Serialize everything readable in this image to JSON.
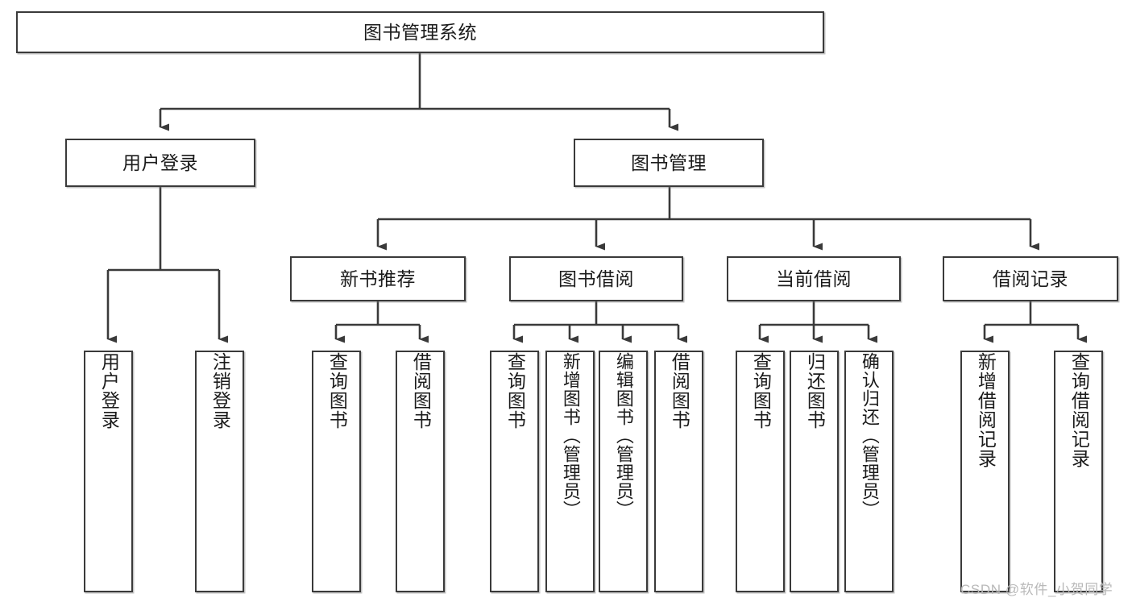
{
  "diagram": {
    "type": "tree-hierarchy-flowchart",
    "title_box": "图书管理系统",
    "watermark": "CSDN @软件_小贺同学",
    "colors": {
      "box_border": "#3a3a3a",
      "box_fill": "#ffffff",
      "connector": "#3a3a3a",
      "text": "#1b1b1b",
      "watermark": "#b9b9b9",
      "background": "#ffffff"
    },
    "level1": [
      {
        "id": "root",
        "label": "图书管理系统"
      }
    ],
    "level2": [
      {
        "id": "user-login",
        "label": "用户登录"
      },
      {
        "id": "book-manage",
        "label": "图书管理"
      }
    ],
    "level3": [
      {
        "id": "new-book-recommend",
        "label": "新书推荐"
      },
      {
        "id": "book-borrow",
        "label": "图书借阅"
      },
      {
        "id": "current-borrow",
        "label": "当前借阅"
      },
      {
        "id": "borrow-record",
        "label": "借阅记录"
      }
    ],
    "leaves": {
      "user_login": [
        {
          "id": "leaf-user-login",
          "label": "用户登录"
        },
        {
          "id": "leaf-user-logout",
          "label": "注销登录"
        }
      ],
      "new_book_recommend": [
        {
          "id": "leaf-query-book-1",
          "label": "查询图书"
        },
        {
          "id": "leaf-borrow-book-1",
          "label": "借阅图书"
        }
      ],
      "book_borrow": [
        {
          "id": "leaf-query-book-2",
          "label": "查询图书"
        },
        {
          "id": "leaf-add-book",
          "label": "新增图书（管理员）"
        },
        {
          "id": "leaf-edit-book",
          "label": "编辑图书（管理员）"
        },
        {
          "id": "leaf-borrow-book-2",
          "label": "借阅图书"
        }
      ],
      "current_borrow": [
        {
          "id": "leaf-query-book-3",
          "label": "查询图书"
        },
        {
          "id": "leaf-return-book",
          "label": "归还图书"
        },
        {
          "id": "leaf-confirm-return",
          "label": "确认归还（管理员）"
        }
      ],
      "borrow_record": [
        {
          "id": "leaf-add-record",
          "label": "新增借阅记录"
        },
        {
          "id": "leaf-query-record",
          "label": "查询借阅记录"
        }
      ]
    }
  }
}
